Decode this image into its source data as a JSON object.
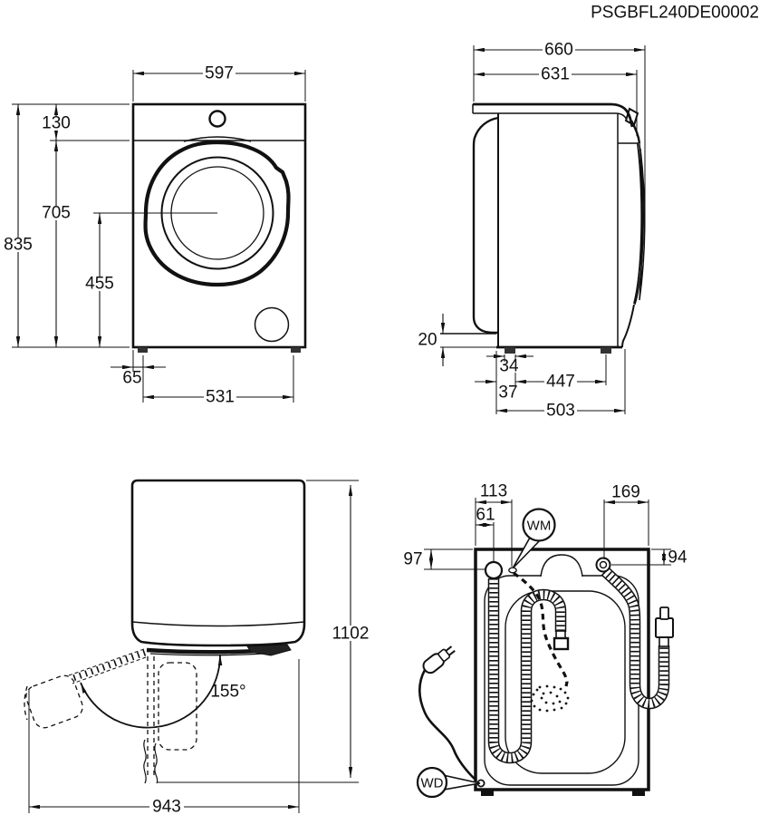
{
  "title": "PSGBFL240DE00002",
  "front_view": {
    "width": "597",
    "overall_height": "835",
    "top_to_door_top": "130",
    "door_top_to_floor": "705",
    "drum_center_to_floor": "455",
    "edge_to_foot": "65",
    "feet_spacing": "531"
  },
  "side_view": {
    "overall_depth": "660",
    "body_depth": "631",
    "rear_bottom_gap": "20",
    "foot_width": "34",
    "rear_to_foot": "37",
    "feet_spacing": "447",
    "base_depth": "503"
  },
  "door_open_view": {
    "overall_height": "1102",
    "overall_depth": "943",
    "door_opening_angle": "155°"
  },
  "rear_view": {
    "water_mark_from_left": "113",
    "cord_from_left": "61",
    "inlet_from_right": "169",
    "left_connection_from_top": "97",
    "right_connection_from_top": "94",
    "wm_callout": "WM",
    "wd_callout": "WD"
  },
  "colors": {
    "line": "#111111",
    "background": "#ffffff"
  }
}
